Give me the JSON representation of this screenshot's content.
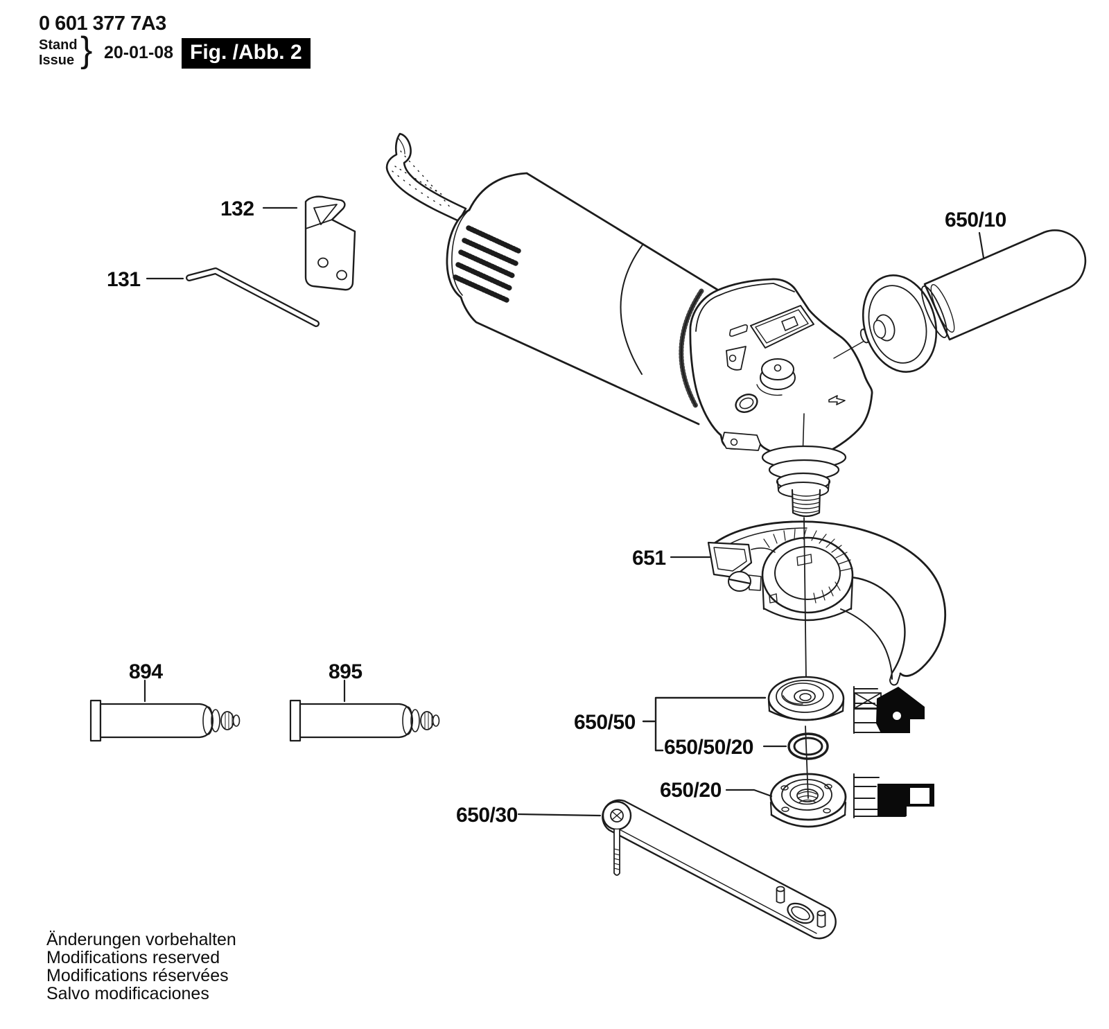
{
  "header": {
    "part_number": "0 601 377 7A3",
    "stand_label": "Stand",
    "issue_label": "Issue",
    "brace": "}",
    "date": "20-01-08",
    "figure_label": "Fig. /Abb. 2"
  },
  "part_labels": {
    "hex_key": "131",
    "mounting_bracket": "132",
    "side_handle": "650/10",
    "wheel_guard": "651",
    "tube_894": "894",
    "tube_895": "895",
    "flange_set": "650/50",
    "o_ring": "650/50/20",
    "clamping_nut": "650/20",
    "pin_spanner": "650/30"
  },
  "footer": {
    "lines": [
      "Änderungen vorbehalten",
      "Modifications reserved",
      "Modifications réservées",
      "Salvo modificaciones"
    ]
  },
  "colors": {
    "ink": "#1c1c1c",
    "background": "#ffffff",
    "figure_box_bg": "#000000",
    "figure_box_text": "#ffffff"
  }
}
